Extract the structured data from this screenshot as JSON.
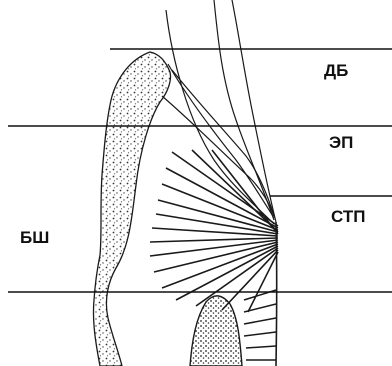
{
  "diagram": {
    "labels": {
      "db": "ДБ",
      "ep": "ЭП",
      "stp": "СТП",
      "bsh": "БШ"
    },
    "colors": {
      "ink": "#1a1a1a",
      "background": "#ffffff"
    }
  }
}
